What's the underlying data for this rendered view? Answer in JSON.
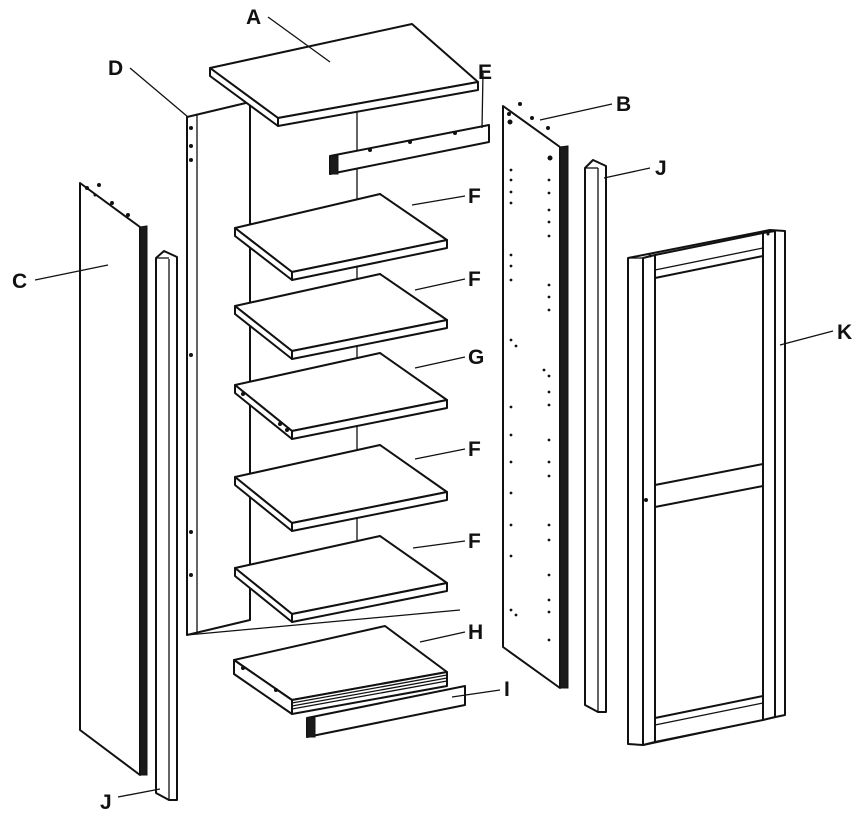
{
  "diagram": {
    "labels": {
      "a": "A",
      "b": "B",
      "c": "C",
      "d": "D",
      "e": "E",
      "f1": "F",
      "f2": "F",
      "g": "G",
      "f3": "F",
      "f4": "F",
      "h": "H",
      "i": "I",
      "j_top": "J",
      "j_bottom": "J",
      "k": "K"
    }
  }
}
